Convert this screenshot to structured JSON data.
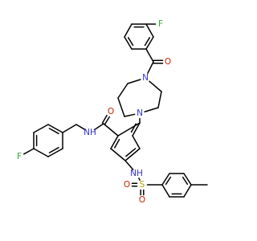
{
  "molecule": {
    "atom_labels": {
      "f_top": "F",
      "o_ketone": "O",
      "n_ring_top": "N",
      "n_ring_bottom": "N",
      "o_amide": "O",
      "nh_amide": "NH",
      "f_left": "F",
      "nh_sulfonamide": "NH",
      "s_sulfonyl": "S",
      "o_sulfonyl_left": "O",
      "o_sulfonyl_bottom": "O"
    },
    "colors": {
      "bond": "#000000",
      "carbon": "#000000",
      "nitrogen": "#3333cc",
      "oxygen": "#cc2200",
      "fluorine": "#33aa33",
      "sulfur": "#b8a000"
    }
  }
}
